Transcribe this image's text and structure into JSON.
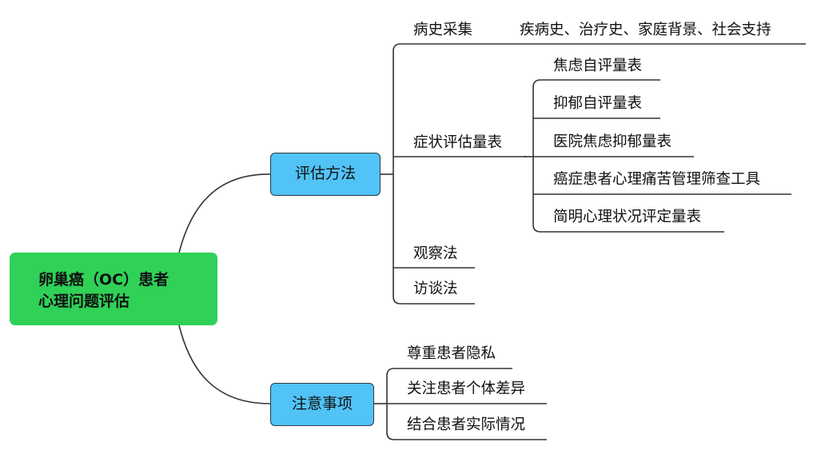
{
  "root": {
    "line1": "卵巢癌（OC）患者",
    "line2": "心理问题评估"
  },
  "branch_assessment": {
    "label": "评估方法",
    "history": {
      "label": "病史采集",
      "detail": "疾病史、治疗史、家庭背景、社会支持"
    },
    "scales": {
      "label": "症状评估量表",
      "items": [
        "焦虑自评量表",
        "抑郁自评量表",
        "医院焦虑抑郁量表",
        "癌症患者心理痛苦管理筛查工具",
        "简明心理状况评定量表"
      ]
    },
    "observation": "观察法",
    "interview": "访谈法"
  },
  "branch_notes": {
    "label": "注意事项",
    "items": [
      "尊重患者隐私",
      "关注患者个体差异",
      "结合患者实际情况"
    ]
  },
  "colors": {
    "root": "#2fd157",
    "branch": "#51c3f7",
    "line": "#333333"
  }
}
